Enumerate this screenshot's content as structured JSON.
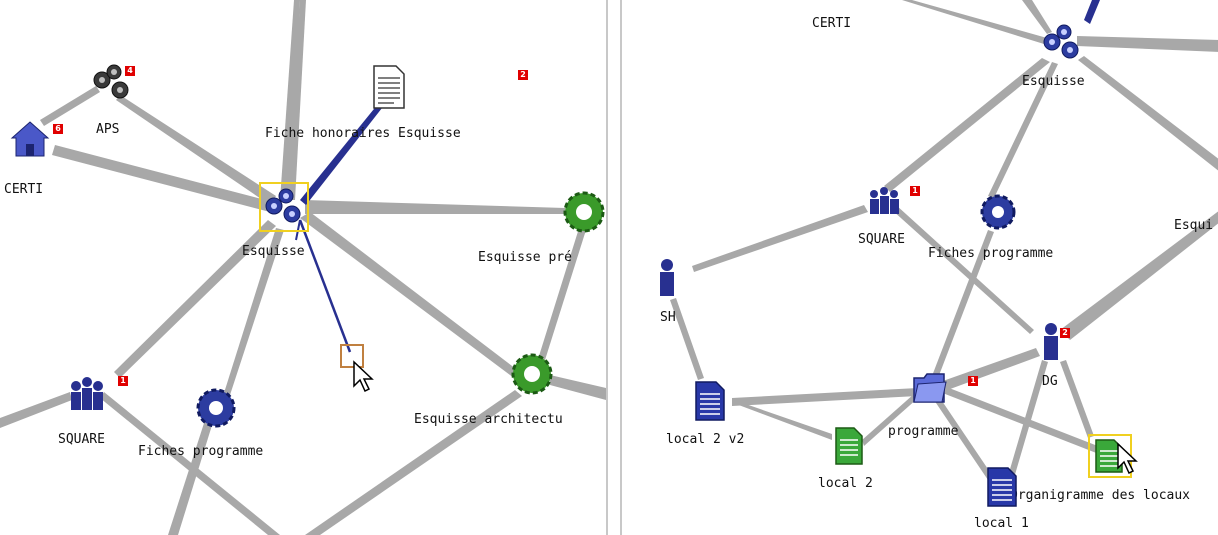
{
  "left_panel": {
    "labels": {
      "aps": "APS",
      "certi": "CERTI",
      "fiche_honoraires": "Fiche honoraires Esquisse",
      "esquisse": "Esquisse",
      "esquisse_prel": "Esquisse pré",
      "square": "SQUARE",
      "fiches_programme": "Fiches programme",
      "esquisse_archi": "Esquisse architectu"
    },
    "badges": {
      "aps": "4",
      "certi": "6",
      "top": "2",
      "square": "1"
    }
  },
  "right_panel": {
    "labels": {
      "certi": "CERTI",
      "esquisse": "Esquisse",
      "esquisse_cut": "Esqui",
      "square": "SQUARE",
      "fiches_programme": "Fiches programme",
      "sh": "SH",
      "dg": "DG",
      "local2v2": "local 2 v2",
      "programme": "programme",
      "local2": "local 2",
      "organigramme": "Organigramme des locaux",
      "local1": "local 1"
    },
    "badges": {
      "square": "1",
      "dg": "2",
      "programme": "1"
    }
  },
  "colors": {
    "edge": "#a8a8a8",
    "selected_edge": "#283090",
    "badge": "#e00000",
    "selection": "#f0d020"
  },
  "icons": [
    "gears-icon",
    "house-icon",
    "document-icon",
    "gear-icon",
    "group-icon",
    "person-icon",
    "folder-icon",
    "cursor-icon"
  ]
}
